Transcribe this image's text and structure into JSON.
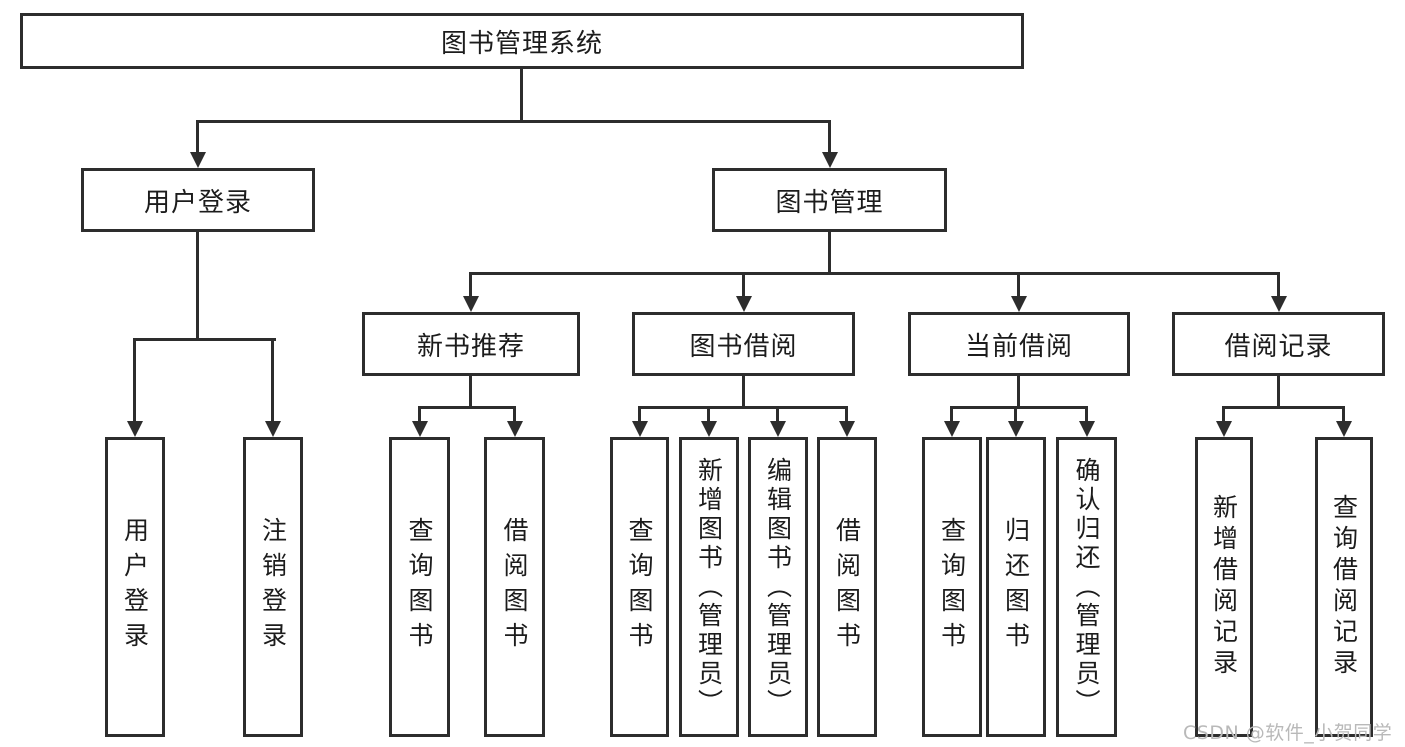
{
  "tree": {
    "label": "图书管理系统",
    "children": [
      {
        "label": "用户登录",
        "children": [
          {
            "label": "用户登录"
          },
          {
            "label": "注销登录"
          }
        ]
      },
      {
        "label": "图书管理",
        "children": [
          {
            "label": "新书推荐",
            "children": [
              {
                "label": "查询图书"
              },
              {
                "label": "借阅图书"
              }
            ]
          },
          {
            "label": "图书借阅",
            "children": [
              {
                "label": "查询图书"
              },
              {
                "label": "新增图书（管理员）"
              },
              {
                "label": "编辑图书（管理员）"
              },
              {
                "label": "借阅图书"
              }
            ]
          },
          {
            "label": "当前借阅",
            "children": [
              {
                "label": "查询图书"
              },
              {
                "label": "归还图书"
              },
              {
                "label": "确认归还（管理员）"
              }
            ]
          },
          {
            "label": "借阅记录",
            "children": [
              {
                "label": "新增借阅记录"
              },
              {
                "label": "查询借阅记录"
              }
            ]
          }
        ]
      }
    ]
  },
  "watermark": {
    "text": "CSDN @软件_小贺同学"
  },
  "colors": {
    "line": "#2d2d2d",
    "text": "#1c1c1c",
    "background": "#ffffff",
    "watermark": "#b9b9b9"
  }
}
